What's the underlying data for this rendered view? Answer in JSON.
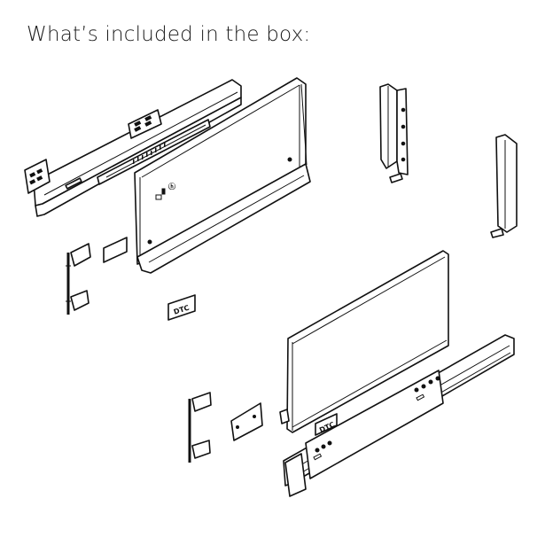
{
  "header": {
    "title": "What’s included in the box:"
  },
  "diagram": {
    "type": "exploded product illustration",
    "components": [
      {
        "id": "runner-left",
        "label": "Left drawer runner"
      },
      {
        "id": "side-panel-left",
        "label": "Left drawer side panel"
      },
      {
        "id": "rear-bracket-left",
        "label": "Left rear bracket"
      },
      {
        "id": "rear-bracket-right",
        "label": "Right rear bracket"
      },
      {
        "id": "front-fixing-left",
        "label": "Left front fixing bracket"
      },
      {
        "id": "cover-cap-left",
        "label": "Left cover cap"
      },
      {
        "id": "badge-left",
        "label": "Logo badge",
        "text": "DTC"
      },
      {
        "id": "side-panel-right",
        "label": "Right drawer side panel"
      },
      {
        "id": "badge-right",
        "label": "Logo badge",
        "text": "DTC"
      },
      {
        "id": "runner-right",
        "label": "Right drawer runner"
      },
      {
        "id": "front-fixing-right",
        "label": "Right front fixing bracket"
      },
      {
        "id": "mounting-plate",
        "label": "Mounting plate"
      }
    ]
  }
}
